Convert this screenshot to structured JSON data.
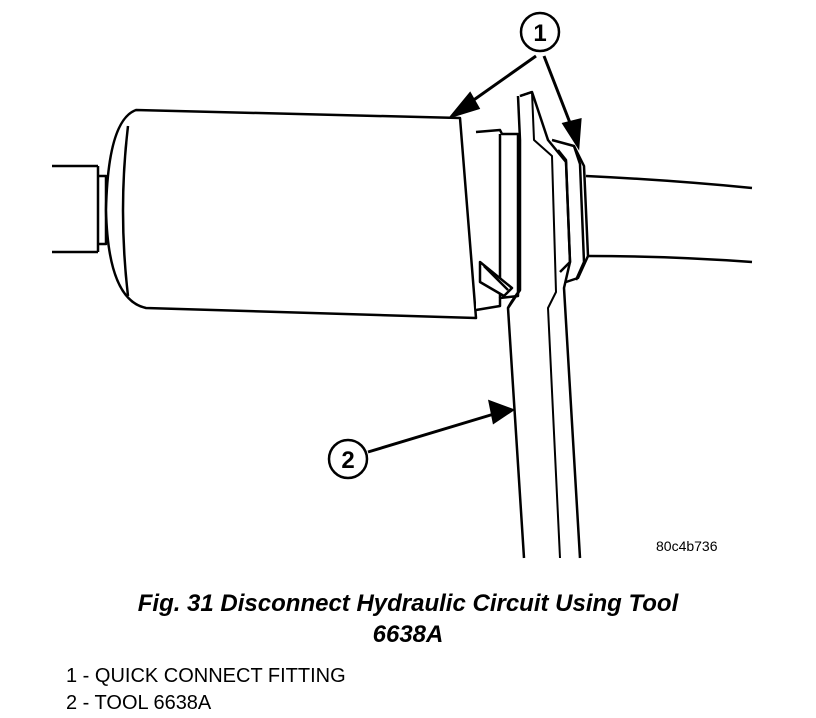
{
  "figure": {
    "code": "80c4b736",
    "caption_line1": "Fig. 31 Disconnect Hydraulic Circuit Using Tool",
    "caption_line2": "6638A"
  },
  "callouts": [
    {
      "number": "1",
      "label": "1 - QUICK CONNECT FITTING"
    },
    {
      "number": "2",
      "label": "2 - TOOL 6638A"
    }
  ]
}
